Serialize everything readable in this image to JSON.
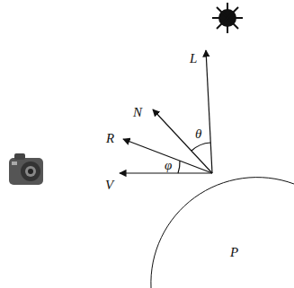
{
  "diagram": {
    "labels": [
      "L",
      "N",
      "R",
      "θ",
      "φ",
      "V",
      "P"
    ]
  }
}
